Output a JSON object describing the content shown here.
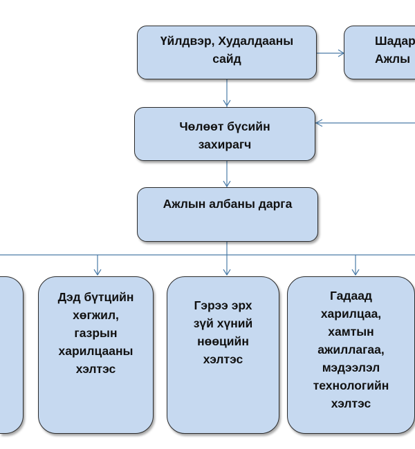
{
  "nodes": {
    "minister": "Үйлдвэр, Худалдааны сайд",
    "right_top": "Шадар Ажлы",
    "governor": "Чөлөөт бүсийн захирагч",
    "office_head": "Ажлын албаны дарга",
    "infrastructure": "Дэд бүтцийн хөгжил, газрын харилцааны хэлтэс",
    "contracts_hr": "Гэрээ эрх зүй хүний нөөцийн хэлтэс",
    "foreign_it": "Гадаад харилцаа, хамтын ажиллагаа, мэдээлэл технологийн хэлтэс"
  },
  "colors": {
    "fill": "#c6d9f0",
    "line": "#4a7ba7"
  }
}
